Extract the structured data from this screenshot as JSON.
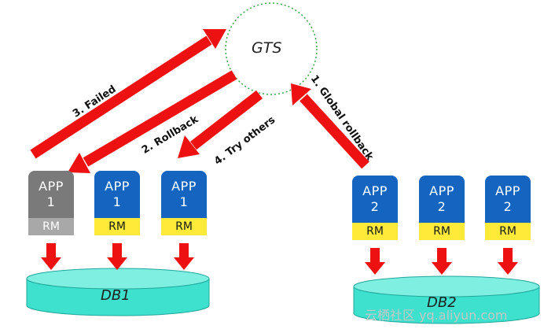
{
  "gts_label": "GTS",
  "arrows": {
    "failed": "3. Failed",
    "rollback": "2. Rollback",
    "try_others": "4. Try others",
    "global_rollback": "1. Global rollback"
  },
  "group1": {
    "apps": [
      {
        "app": "APP",
        "num": "1",
        "rm": "RM",
        "state": "failed"
      },
      {
        "app": "APP",
        "num": "1",
        "rm": "RM",
        "state": "normal"
      },
      {
        "app": "APP",
        "num": "1",
        "rm": "RM",
        "state": "normal"
      }
    ],
    "db": "DB1"
  },
  "group2": {
    "apps": [
      {
        "app": "APP",
        "num": "2",
        "rm": "RM",
        "state": "normal"
      },
      {
        "app": "APP",
        "num": "2",
        "rm": "RM",
        "state": "normal"
      },
      {
        "app": "APP",
        "num": "2",
        "rm": "RM",
        "state": "normal"
      }
    ],
    "db": "DB2"
  },
  "watermark": "云栖社区 yq.aliyun.com",
  "colors": {
    "arrow": "#ee1111",
    "app_blue": "#1565c0",
    "app_gray": "#7a7a7a",
    "rm_yellow": "#ffea3a",
    "db_teal": "#40e0d0",
    "gts_border": "#3aa64a"
  }
}
